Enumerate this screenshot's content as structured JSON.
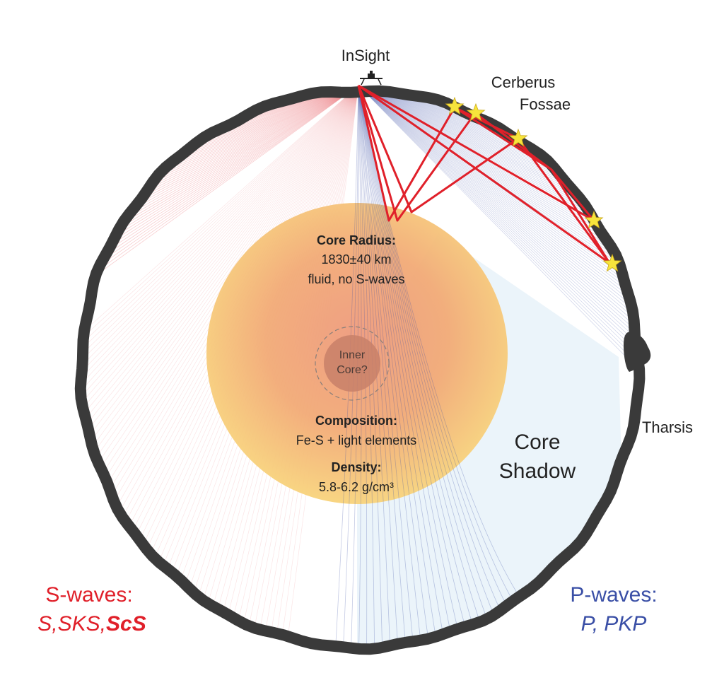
{
  "title": "",
  "surface_labels": {
    "station": "InSight",
    "cerberus_line1": "Cerberus",
    "cerberus_line2": "Fossae",
    "tharsis": "Tharsis"
  },
  "core_info": {
    "radius_heading": "Core Radius:",
    "radius_value": "1830±40 km",
    "radius_note": "fluid, no S-waves",
    "composition_heading": "Composition:",
    "composition_value": "Fe-S + light elements",
    "density_heading": "Density:",
    "density_value": "5.8-6.2 g/cm³"
  },
  "inner_core": {
    "line1": "Inner",
    "line2": "Core?"
  },
  "shadow": {
    "line1": "Core",
    "line2": "Shadow"
  },
  "legend": {
    "s_title": "S-waves:",
    "s_phases_a": "S,SKS,",
    "s_phases_b": "ScS",
    "p_title": "P-waves:",
    "p_phases": "P, PKP"
  },
  "colors": {
    "s_wave": "#e0202a",
    "p_wave": "#3a4fa6",
    "mantle_outline": "#3a3a3a",
    "core_center": "#f0a07a",
    "core_edge": "#f7d27a",
    "inner_core": "#c97f6a",
    "shadow_fill": "#e9f3fa",
    "event_star": "#f7e43c"
  },
  "event_count": 5
}
